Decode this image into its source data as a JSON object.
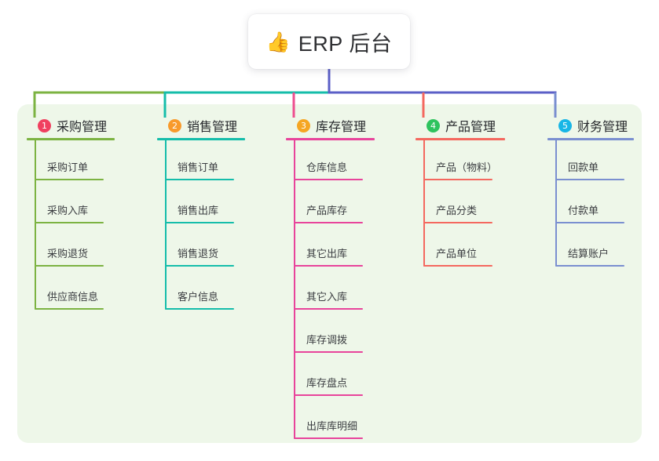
{
  "root": {
    "icon": "thumbs-up-icon",
    "emoji": "👍",
    "title": "ERP 后台"
  },
  "colors": {
    "panel_bg": "#eef7e9",
    "page_bg": "#ffffff",
    "root_stem": "#5b5fc7",
    "bus_left": "#7cb342",
    "bus_mid": "#15bdaa",
    "bus_right": "#5b5fc7"
  },
  "columns": [
    {
      "number": "1",
      "label": "采购管理",
      "badge_color": "#f0405f",
      "line_color": "#7cb342",
      "drop_color": "#7cb342",
      "items": [
        "采购订单",
        "采购入库",
        "采购退货",
        "供应商信息"
      ]
    },
    {
      "number": "2",
      "label": "销售管理",
      "badge_color": "#f89a2b",
      "line_color": "#15bdaa",
      "drop_color": "#15bdaa",
      "items": [
        "销售订单",
        "销售出库",
        "销售退货",
        "客户信息"
      ]
    },
    {
      "number": "3",
      "label": "库存管理",
      "badge_color": "#f5a623",
      "line_color": "#e8449b",
      "drop_color": "#ee4d8f",
      "items": [
        "仓库信息",
        "产品库存",
        "其它出库",
        "其它入库",
        "库存调拨",
        "库存盘点",
        "出库库明细"
      ]
    },
    {
      "number": "4",
      "label": "产品管理",
      "badge_color": "#2ec35e",
      "line_color": "#f4685f",
      "drop_color": "#f4685f",
      "items": [
        "产品（物料）",
        "产品分类",
        "产品单位"
      ]
    },
    {
      "number": "5",
      "label": "财务管理",
      "badge_color": "#18b6e6",
      "line_color": "#7a8fd0",
      "drop_color": "#7a8fd0",
      "items": [
        "回款单",
        "付款单",
        "结算账户"
      ]
    }
  ]
}
